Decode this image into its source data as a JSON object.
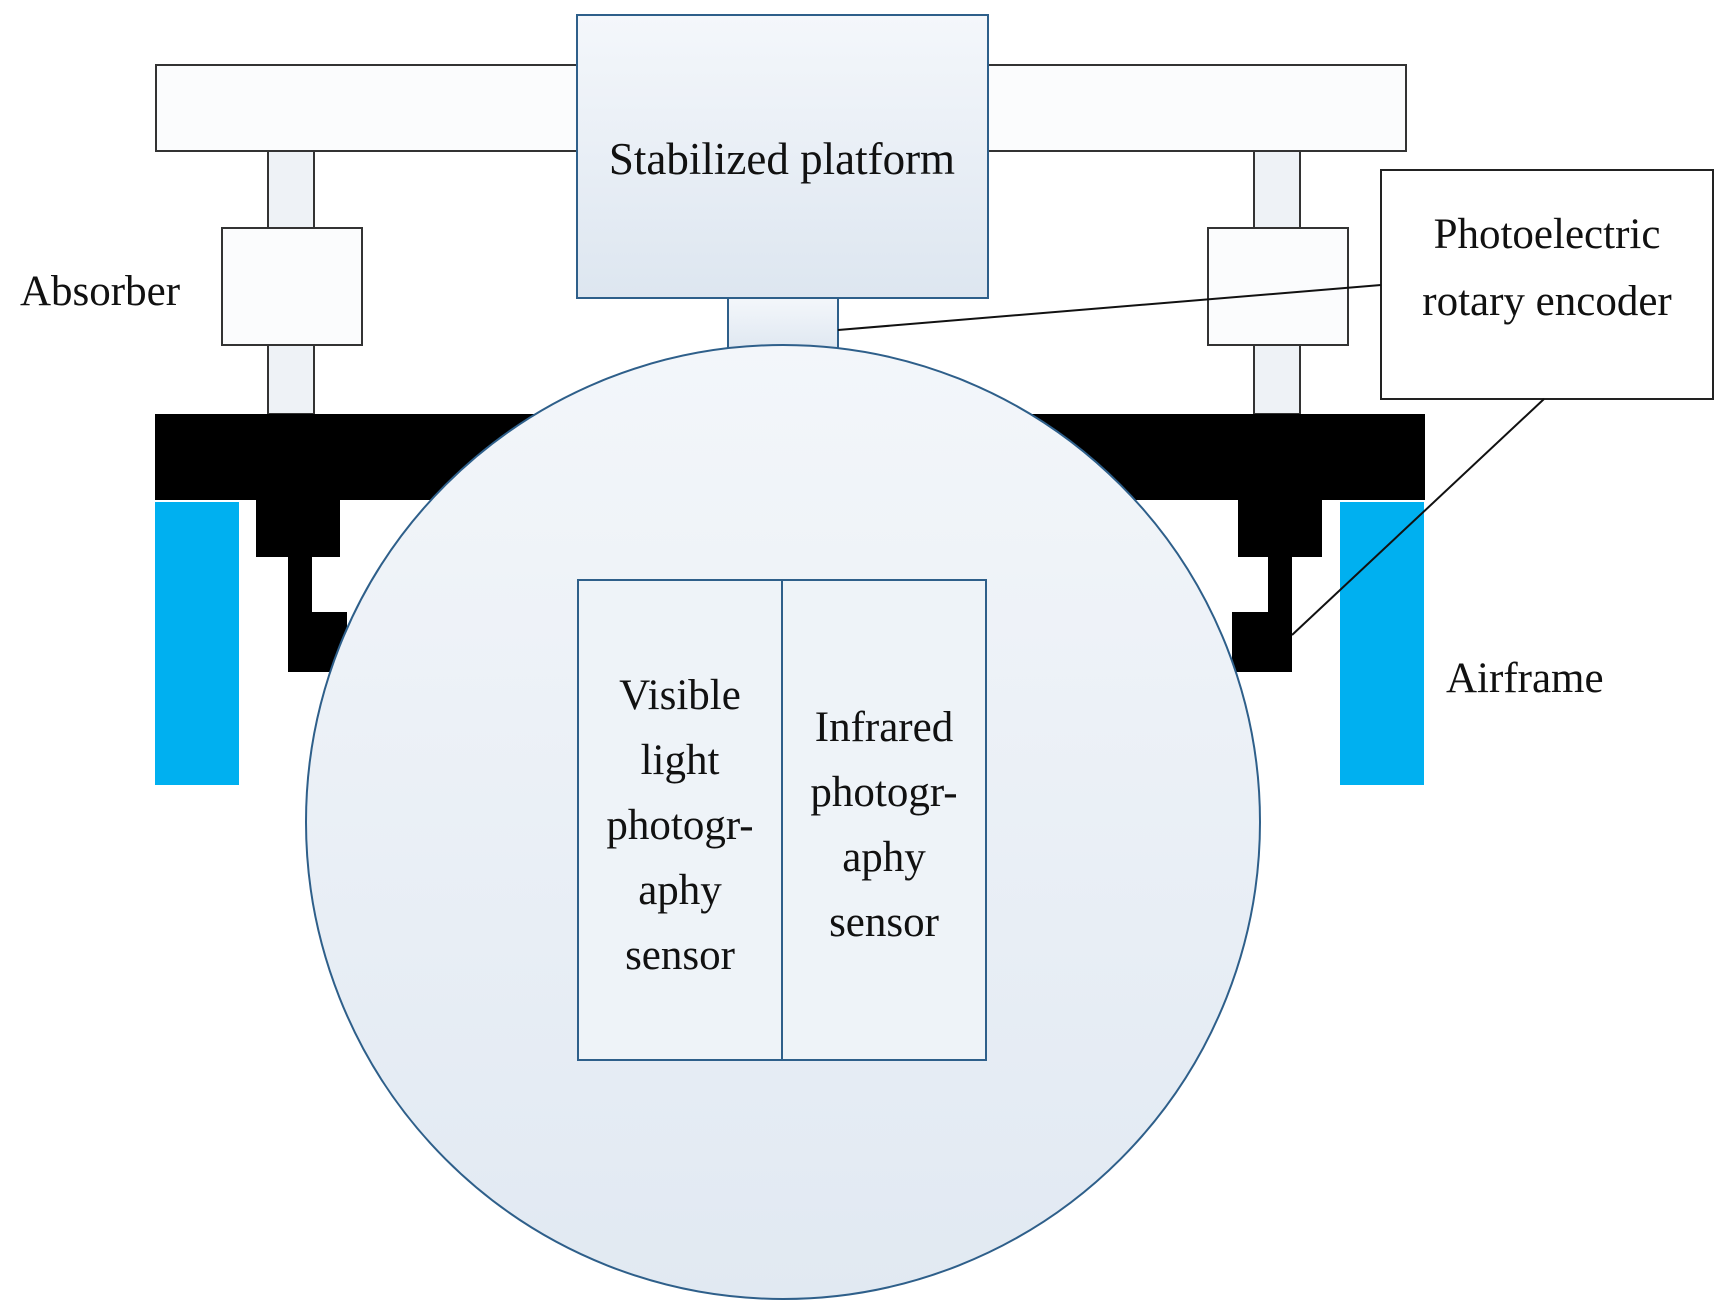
{
  "labels": {
    "stabilized_platform": "Stabilized platform",
    "absorber": "Absorber",
    "encoder_line1": "Photoelectric",
    "encoder_line2": "rotary encoder",
    "airframe": "Airframe",
    "visible_sensor_lines": [
      "Visible",
      "light",
      "photogr-",
      "aphy",
      "sensor"
    ],
    "infrared_sensor_lines": [
      "Infrared",
      "photogr-",
      "aphy",
      "sensor"
    ]
  },
  "colors": {
    "airframe": "#00b0f0",
    "mount_frame": "#000000",
    "component_stroke": "#2e5f8a",
    "component_fill_top": "#f4f7fb",
    "component_fill_bottom": "#dde6f0"
  }
}
